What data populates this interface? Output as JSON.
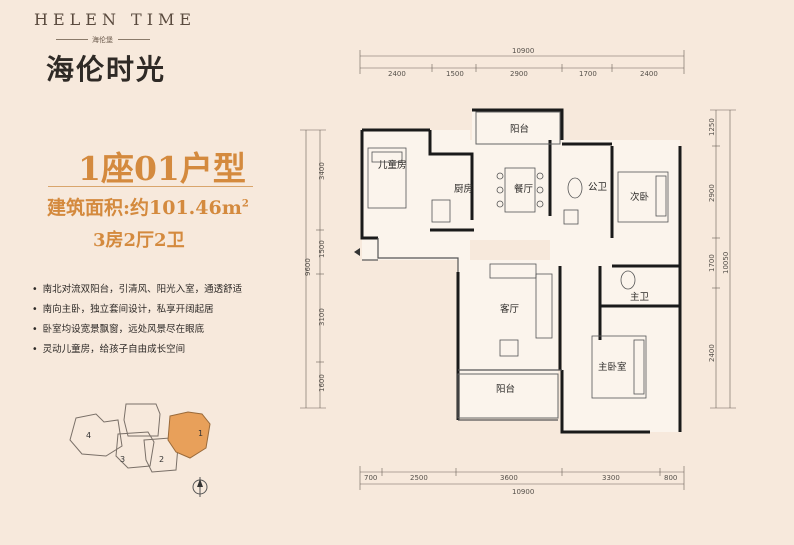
{
  "brand": {
    "name": "HELEN TIME",
    "sub": "海伦堡",
    "slogan": "海伦时光"
  },
  "unit": {
    "title": "1座01户型",
    "area_label": "建筑面积:约101.46m",
    "area_sup": "2",
    "rooms": "3房2厅2卫"
  },
  "features": [
    "南北对流双阳台，引清风、阳光入室，通透舒适",
    "南向主卧，独立套间设计，私享开阔起居",
    "卧室均设宽景飘窗，远处风景尽在眼底",
    "灵动儿童房，给孩子自由成长空间"
  ],
  "rooms": {
    "kids": "儿童房",
    "kitchen": "厨房",
    "dining": "餐厅",
    "balcony_n": "阳台",
    "bath_public": "公卫",
    "second_bed": "次卧",
    "living": "客厅",
    "bath_master": "主卫",
    "master_bed": "主卧室",
    "balcony_s": "阳台"
  },
  "dimensions": {
    "top_total": "10900",
    "top_segments": [
      "2400",
      "1500",
      "2900",
      "1700",
      "2400"
    ],
    "bottom_total": "10900",
    "bottom_segments": [
      "700",
      "2500",
      "3600",
      "3300",
      "800"
    ],
    "left_total": "9600",
    "left_segments": [
      "3400",
      "1500",
      "3100",
      "1600"
    ],
    "right_total": "10050",
    "right_segments": [
      "1250",
      "2900",
      "1700",
      "2400"
    ]
  },
  "building_map": {
    "labels": [
      "4",
      "3",
      "2",
      "1"
    ],
    "highlight": "1",
    "highlight_color": "#e8a05a"
  },
  "colors": {
    "accent": "#d48a3e",
    "background": "#f7e9dc",
    "wall": "#1a1a1a"
  }
}
